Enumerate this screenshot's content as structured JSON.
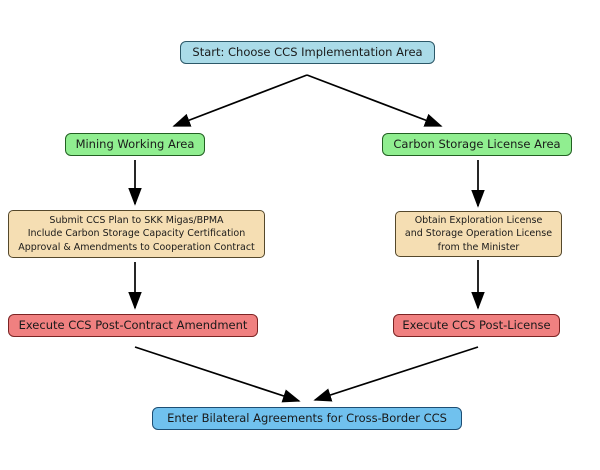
{
  "diagram": {
    "type": "flowchart",
    "background_color": "#ffffff",
    "edge_color": "#000000",
    "nodes": {
      "start": {
        "label": "Start: Choose CCS Implementation Area",
        "fill": "#aadbe8",
        "border": "#2c5868"
      },
      "mining": {
        "label": "Mining Working Area",
        "fill": "#90ee90",
        "border": "#226022"
      },
      "carbon_storage": {
        "label": "Carbon Storage License Area",
        "fill": "#90ee90",
        "border": "#226022"
      },
      "submit_plan": {
        "label": "Submit CCS Plan to SKK Migas/BPMA\nInclude Carbon Storage Capacity Certification\nApproval & Amendments to Cooperation Contract",
        "fill": "#f5deb3",
        "border": "#55482b"
      },
      "obtain_license": {
        "label": "Obtain Exploration License\nand Storage Operation License\nfrom the Minister",
        "fill": "#f5deb3",
        "border": "#55482b"
      },
      "post_contract": {
        "label": "Execute CCS Post-Contract Amendment",
        "fill": "#f08080",
        "border": "#7c2424"
      },
      "post_license": {
        "label": "Execute CCS Post-License",
        "fill": "#f08080",
        "border": "#7c2424"
      },
      "bilateral": {
        "label": "Enter Bilateral Agreements for Cross-Border CCS",
        "fill": "#70c1ee",
        "border": "#1d4e74"
      }
    },
    "edges": [
      {
        "from": "start",
        "to": "mining"
      },
      {
        "from": "start",
        "to": "carbon_storage"
      },
      {
        "from": "mining",
        "to": "submit_plan"
      },
      {
        "from": "carbon_storage",
        "to": "obtain_license"
      },
      {
        "from": "submit_plan",
        "to": "post_contract"
      },
      {
        "from": "obtain_license",
        "to": "post_license"
      },
      {
        "from": "post_contract",
        "to": "bilateral"
      },
      {
        "from": "post_license",
        "to": "bilateral"
      }
    ]
  }
}
